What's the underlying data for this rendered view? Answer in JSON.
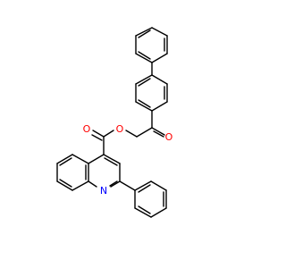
{
  "molecule": {
    "atoms": {
      "carbonyl_oxygen": "O",
      "ester_oxygen": "O",
      "ketone_oxygen": "O",
      "ring_nitrogen": "N"
    }
  },
  "colors": {
    "background": "#ffffff",
    "bond": "#000000",
    "oxygen": "#ff0000",
    "nitrogen": "#0000ff"
  }
}
